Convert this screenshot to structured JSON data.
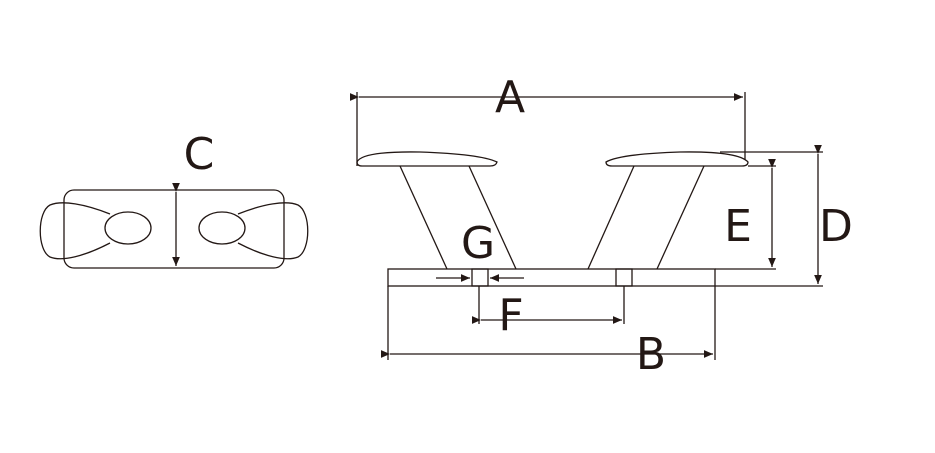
{
  "labels": {
    "a": "A",
    "b": "B",
    "c": "C",
    "d": "D",
    "e": "E",
    "f": "F",
    "g": "G"
  },
  "colors": {
    "line": "#231815",
    "background": "#ffffff"
  }
}
